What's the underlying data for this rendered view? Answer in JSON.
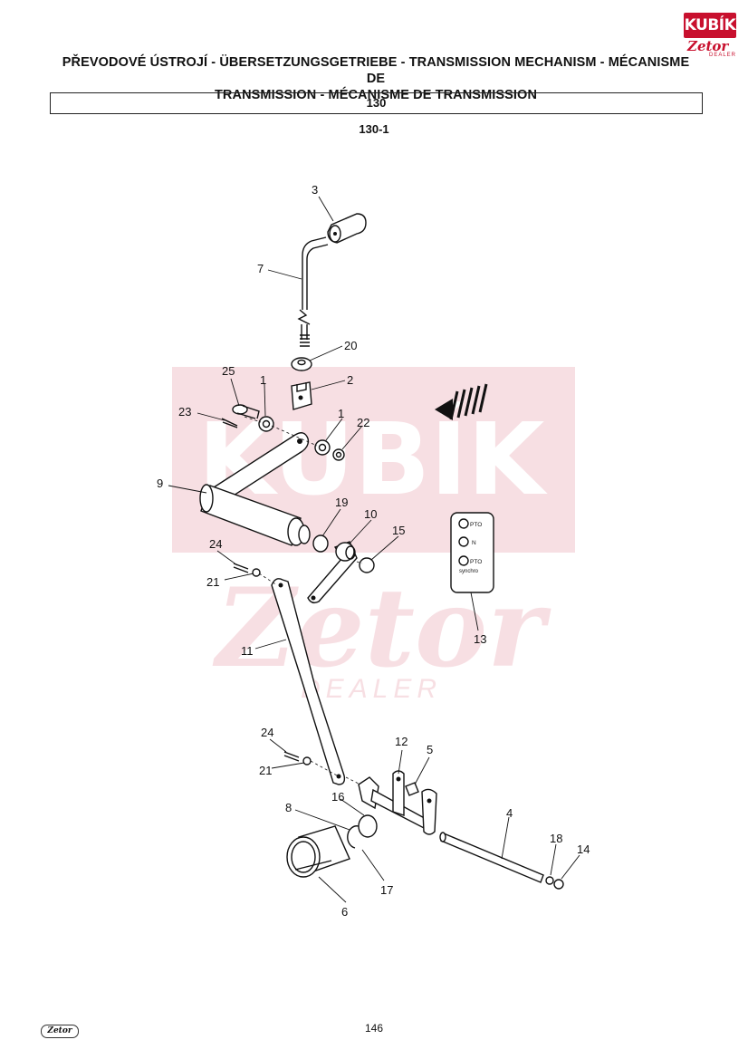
{
  "header": {
    "title_line1": "PŘEVODOVÉ ÚSTROJÍ - ÜBERSETZUNGSGETRIEBE - TRANSMISSION MECHANISM - MÉCANISME DE",
    "title_line2": "TRANSMISSION - MÉCANISME DE TRANSMISSION"
  },
  "section": "130",
  "figure_code": "130-1",
  "logo": {
    "kubik": "KUBÍK",
    "zetor": "Zetor",
    "dealer": "DEALER"
  },
  "watermark": {
    "kubik": "KUBÍK",
    "zetor": "Zetor",
    "dealer": "DEALER"
  },
  "footer": {
    "page_number": "146",
    "logo": "Zetor"
  },
  "plate": {
    "pto": "PTO",
    "n": "N",
    "pto2": "PTO",
    "synchro": "synchro"
  },
  "callouts": {
    "c3": "3",
    "c7": "7",
    "c20": "20",
    "c2": "2",
    "c25": "25",
    "c1a": "1",
    "c23": "23",
    "c1b": "1",
    "c22": "22",
    "c9": "9",
    "c19": "19",
    "c10": "10",
    "c15": "15",
    "c24a": "24",
    "c21a": "21",
    "c13": "13",
    "c11": "11",
    "c24b": "24",
    "c21b": "21",
    "c12": "12",
    "c5": "5",
    "c16": "16",
    "c8": "8",
    "c4": "4",
    "c18": "18",
    "c14": "14",
    "c17": "17",
    "c6": "6"
  }
}
